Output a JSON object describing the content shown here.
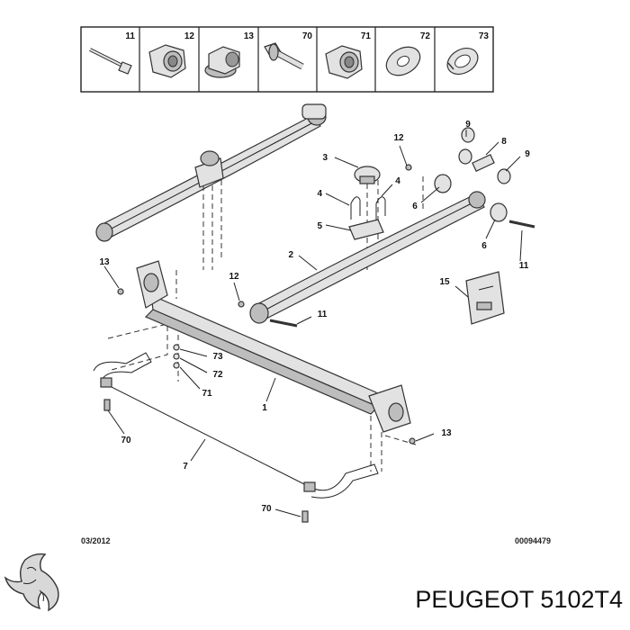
{
  "legend": [
    {
      "ref": "11",
      "icon": "bolt-icon"
    },
    {
      "ref": "12",
      "icon": "nut-icon"
    },
    {
      "ref": "13",
      "icon": "flange-nut-icon"
    },
    {
      "ref": "70",
      "icon": "flange-bolt-icon"
    },
    {
      "ref": "71",
      "icon": "nut-icon"
    },
    {
      "ref": "72",
      "icon": "washer-icon"
    },
    {
      "ref": "73",
      "icon": "spring-washer-icon"
    }
  ],
  "callouts": {
    "c1": "1",
    "c2": "2",
    "c3": "3",
    "c4a": "4",
    "c4b": "4",
    "c5": "5",
    "c6a": "6",
    "c6b": "6",
    "c7": "7",
    "c8": "8",
    "c9a": "9",
    "c9b": "9",
    "c11a": "11",
    "c11b": "11",
    "c12a": "12",
    "c12b": "12",
    "c13a": "13",
    "c13b": "13",
    "c15": "15",
    "c70a": "70",
    "c70b": "70",
    "c71": "71",
    "c72": "72",
    "c73": "73"
  },
  "footer": {
    "date": "03/2012",
    "ref": "00094479"
  },
  "brand": {
    "name": "PEUGEOT",
    "part_number": "5102T4",
    "logo_icon": "peugeot-lion-icon"
  }
}
